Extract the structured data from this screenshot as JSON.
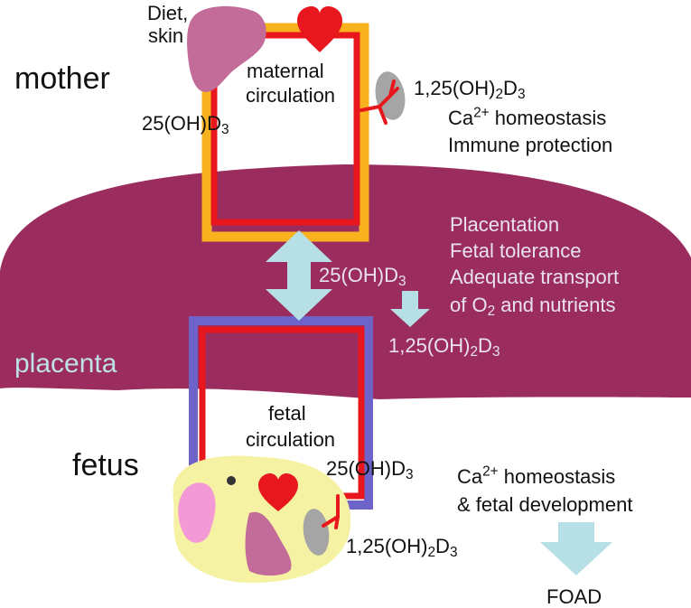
{
  "colors": {
    "placenta": "#9b2d5e",
    "maternal_border": "#f7b21e",
    "fetal_border": "#6e63c8",
    "vessel": "#e8171e",
    "liver": "#c36c9a",
    "kidney": "#a5a5a5",
    "fetus_body": "#f6f2a3",
    "fetal_organ_pink": "#f39ad6",
    "arrow": "#b7dfe6"
  },
  "labels": {
    "mother": "mother",
    "fetus": "fetus",
    "placenta": "placenta",
    "diet_skin": [
      "Diet,",
      "skin"
    ],
    "maternal_circulation": [
      "maternal",
      "circulation"
    ],
    "fetal_circulation": [
      "fetal",
      "circulation"
    ],
    "foad": "FOAD"
  },
  "metabolites": {
    "calcidiol_base": "25(OH)D",
    "calcidiol_sub": "3",
    "calcitriol_base": "1,25(OH)",
    "calcitriol_sub1": "2",
    "calcitriol_mid": "D",
    "calcitriol_sub2": "3"
  },
  "maternal_effects": {
    "ca_prefix": "Ca",
    "ca_sup": "2+",
    "ca_suffix": " homeostasis",
    "immune": "Immune protection"
  },
  "placental_effects": {
    "line1": "Placentation",
    "line2": "Fetal tolerance",
    "line3": "Adequate transport",
    "line4_prefix": "of O",
    "line4_sub": "2",
    "line4_suffix": " and nutrients"
  },
  "fetal_effects": {
    "ca_prefix": "Ca",
    "ca_sup": "2+",
    "ca_suffix": " homeostasis",
    "development": "&  fetal development"
  }
}
